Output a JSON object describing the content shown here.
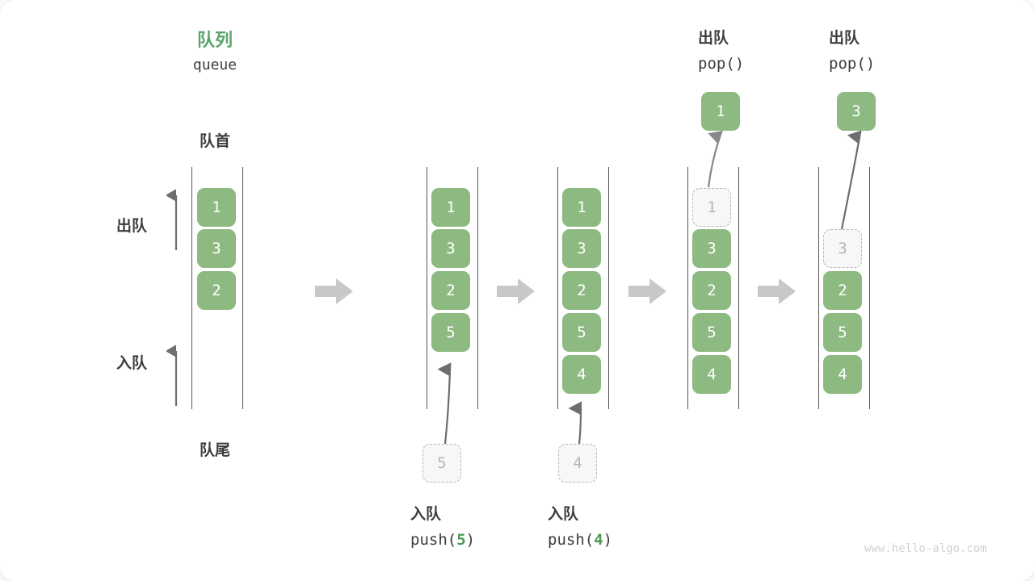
{
  "diagram": {
    "title_cn": "队列",
    "title_en": "queue",
    "head_label": "队首",
    "tail_label": "队尾",
    "dequeue_label": "出队",
    "enqueue_label": "入队",
    "watermark": "www.hello-algo.com",
    "colors": {
      "node_green": "#8cba80",
      "accent_green": "#5aa469",
      "highlight_green": "#4e9a51",
      "ghost_fill": "#f7f7f7",
      "ghost_border": "#b8b8b8",
      "rail": "#555555",
      "arrow_gray": "#6e6e6e",
      "separator_gray": "#c8c8c8",
      "text_dark": "#3c3c3c",
      "watermark_gray": "#d2d2d2"
    }
  },
  "side_labels": {
    "dequeue": {
      "cn": "出队"
    },
    "enqueue": {
      "cn": "入队"
    }
  },
  "operations": {
    "push5": {
      "cn": "入队",
      "code_prefix": "push(",
      "code_value": "5",
      "code_suffix": ")",
      "ghost_value": "5"
    },
    "push4": {
      "cn": "入队",
      "code_prefix": "push(",
      "code_value": "4",
      "code_suffix": ")",
      "ghost_value": "4"
    },
    "pop1": {
      "cn": "出队",
      "code": "pop()",
      "popped_value": "1",
      "ghost_value": "1"
    },
    "pop2": {
      "cn": "出队",
      "code": "pop()",
      "popped_value": "3",
      "ghost_value": "3"
    }
  },
  "columns": [
    {
      "id": "col-initial",
      "items": [
        {
          "value": "1",
          "state": "filled"
        },
        {
          "value": "3",
          "state": "filled"
        },
        {
          "value": "2",
          "state": "filled"
        }
      ]
    },
    {
      "id": "col-after-push5",
      "items": [
        {
          "value": "1",
          "state": "filled"
        },
        {
          "value": "3",
          "state": "filled"
        },
        {
          "value": "2",
          "state": "filled"
        },
        {
          "value": "5",
          "state": "filled"
        }
      ]
    },
    {
      "id": "col-after-push4",
      "items": [
        {
          "value": "1",
          "state": "filled"
        },
        {
          "value": "3",
          "state": "filled"
        },
        {
          "value": "2",
          "state": "filled"
        },
        {
          "value": "5",
          "state": "filled"
        },
        {
          "value": "4",
          "state": "filled"
        }
      ]
    },
    {
      "id": "col-after-pop1",
      "items": [
        {
          "value": "1",
          "state": "ghost"
        },
        {
          "value": "3",
          "state": "filled"
        },
        {
          "value": "2",
          "state": "filled"
        },
        {
          "value": "5",
          "state": "filled"
        },
        {
          "value": "4",
          "state": "filled"
        }
      ]
    },
    {
      "id": "col-after-pop3",
      "items": [
        {
          "value": "",
          "state": "empty"
        },
        {
          "value": "3",
          "state": "ghost"
        },
        {
          "value": "2",
          "state": "filled"
        },
        {
          "value": "5",
          "state": "filled"
        },
        {
          "value": "4",
          "state": "filled"
        }
      ]
    }
  ],
  "separators": [
    {
      "id": "sep-1"
    },
    {
      "id": "sep-2"
    },
    {
      "id": "sep-3"
    },
    {
      "id": "sep-4"
    }
  ]
}
